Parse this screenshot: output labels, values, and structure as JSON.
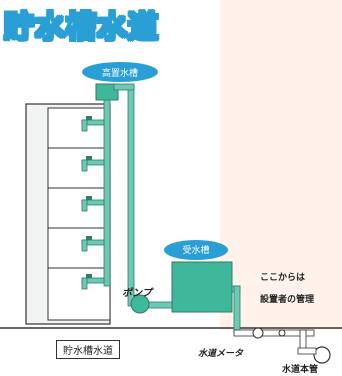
{
  "title": "貯水槽水道",
  "labels": {
    "roof_tank": "高置水槽",
    "receiving_tank": "受水槽",
    "pump": "ポンプ",
    "boundary_line1": "ここからは",
    "boundary_line2": "設置者の管理",
    "water_meter": "水道メータ",
    "water_main": "水道本管",
    "caption": "貯水槽水道"
  },
  "colors": {
    "accent": "#2a9fd6",
    "tank_fill": "#3fb79a",
    "pipe": "#6ec9b4",
    "building_fill": "#f1f4f2",
    "background_tint": "#fdeee4"
  },
  "floors_with_faucets": 5
}
